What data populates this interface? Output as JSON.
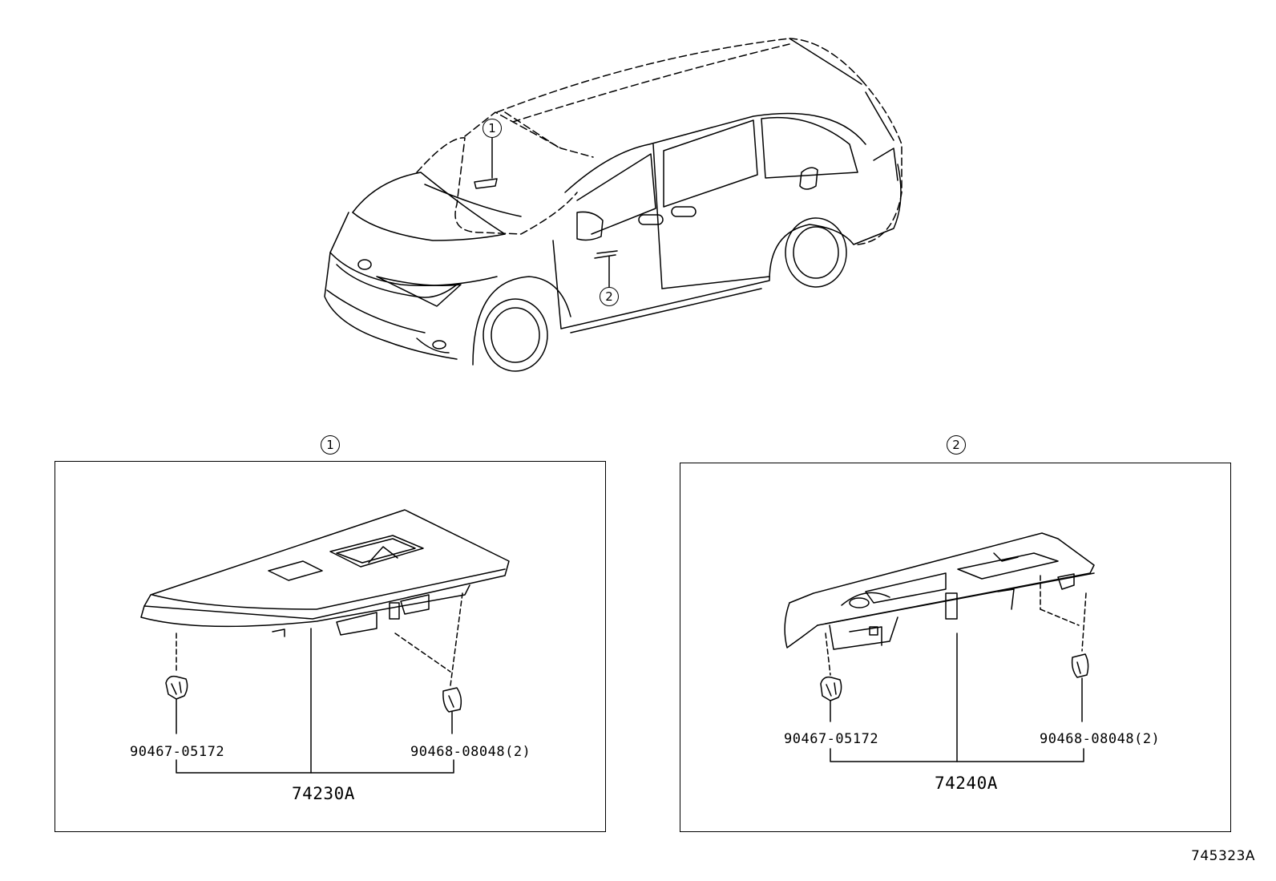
{
  "diagram_id": "745323A",
  "vehicle": {
    "callout_1": "1",
    "callout_2": "2"
  },
  "panel_1": {
    "callout": "1",
    "part_left": "90467-05172",
    "part_right": "90468-08048(2)",
    "assembly": "74230A"
  },
  "panel_2": {
    "callout": "2",
    "part_left": "90467-05172",
    "part_right": "90468-08048(2)",
    "assembly": "74240A"
  }
}
